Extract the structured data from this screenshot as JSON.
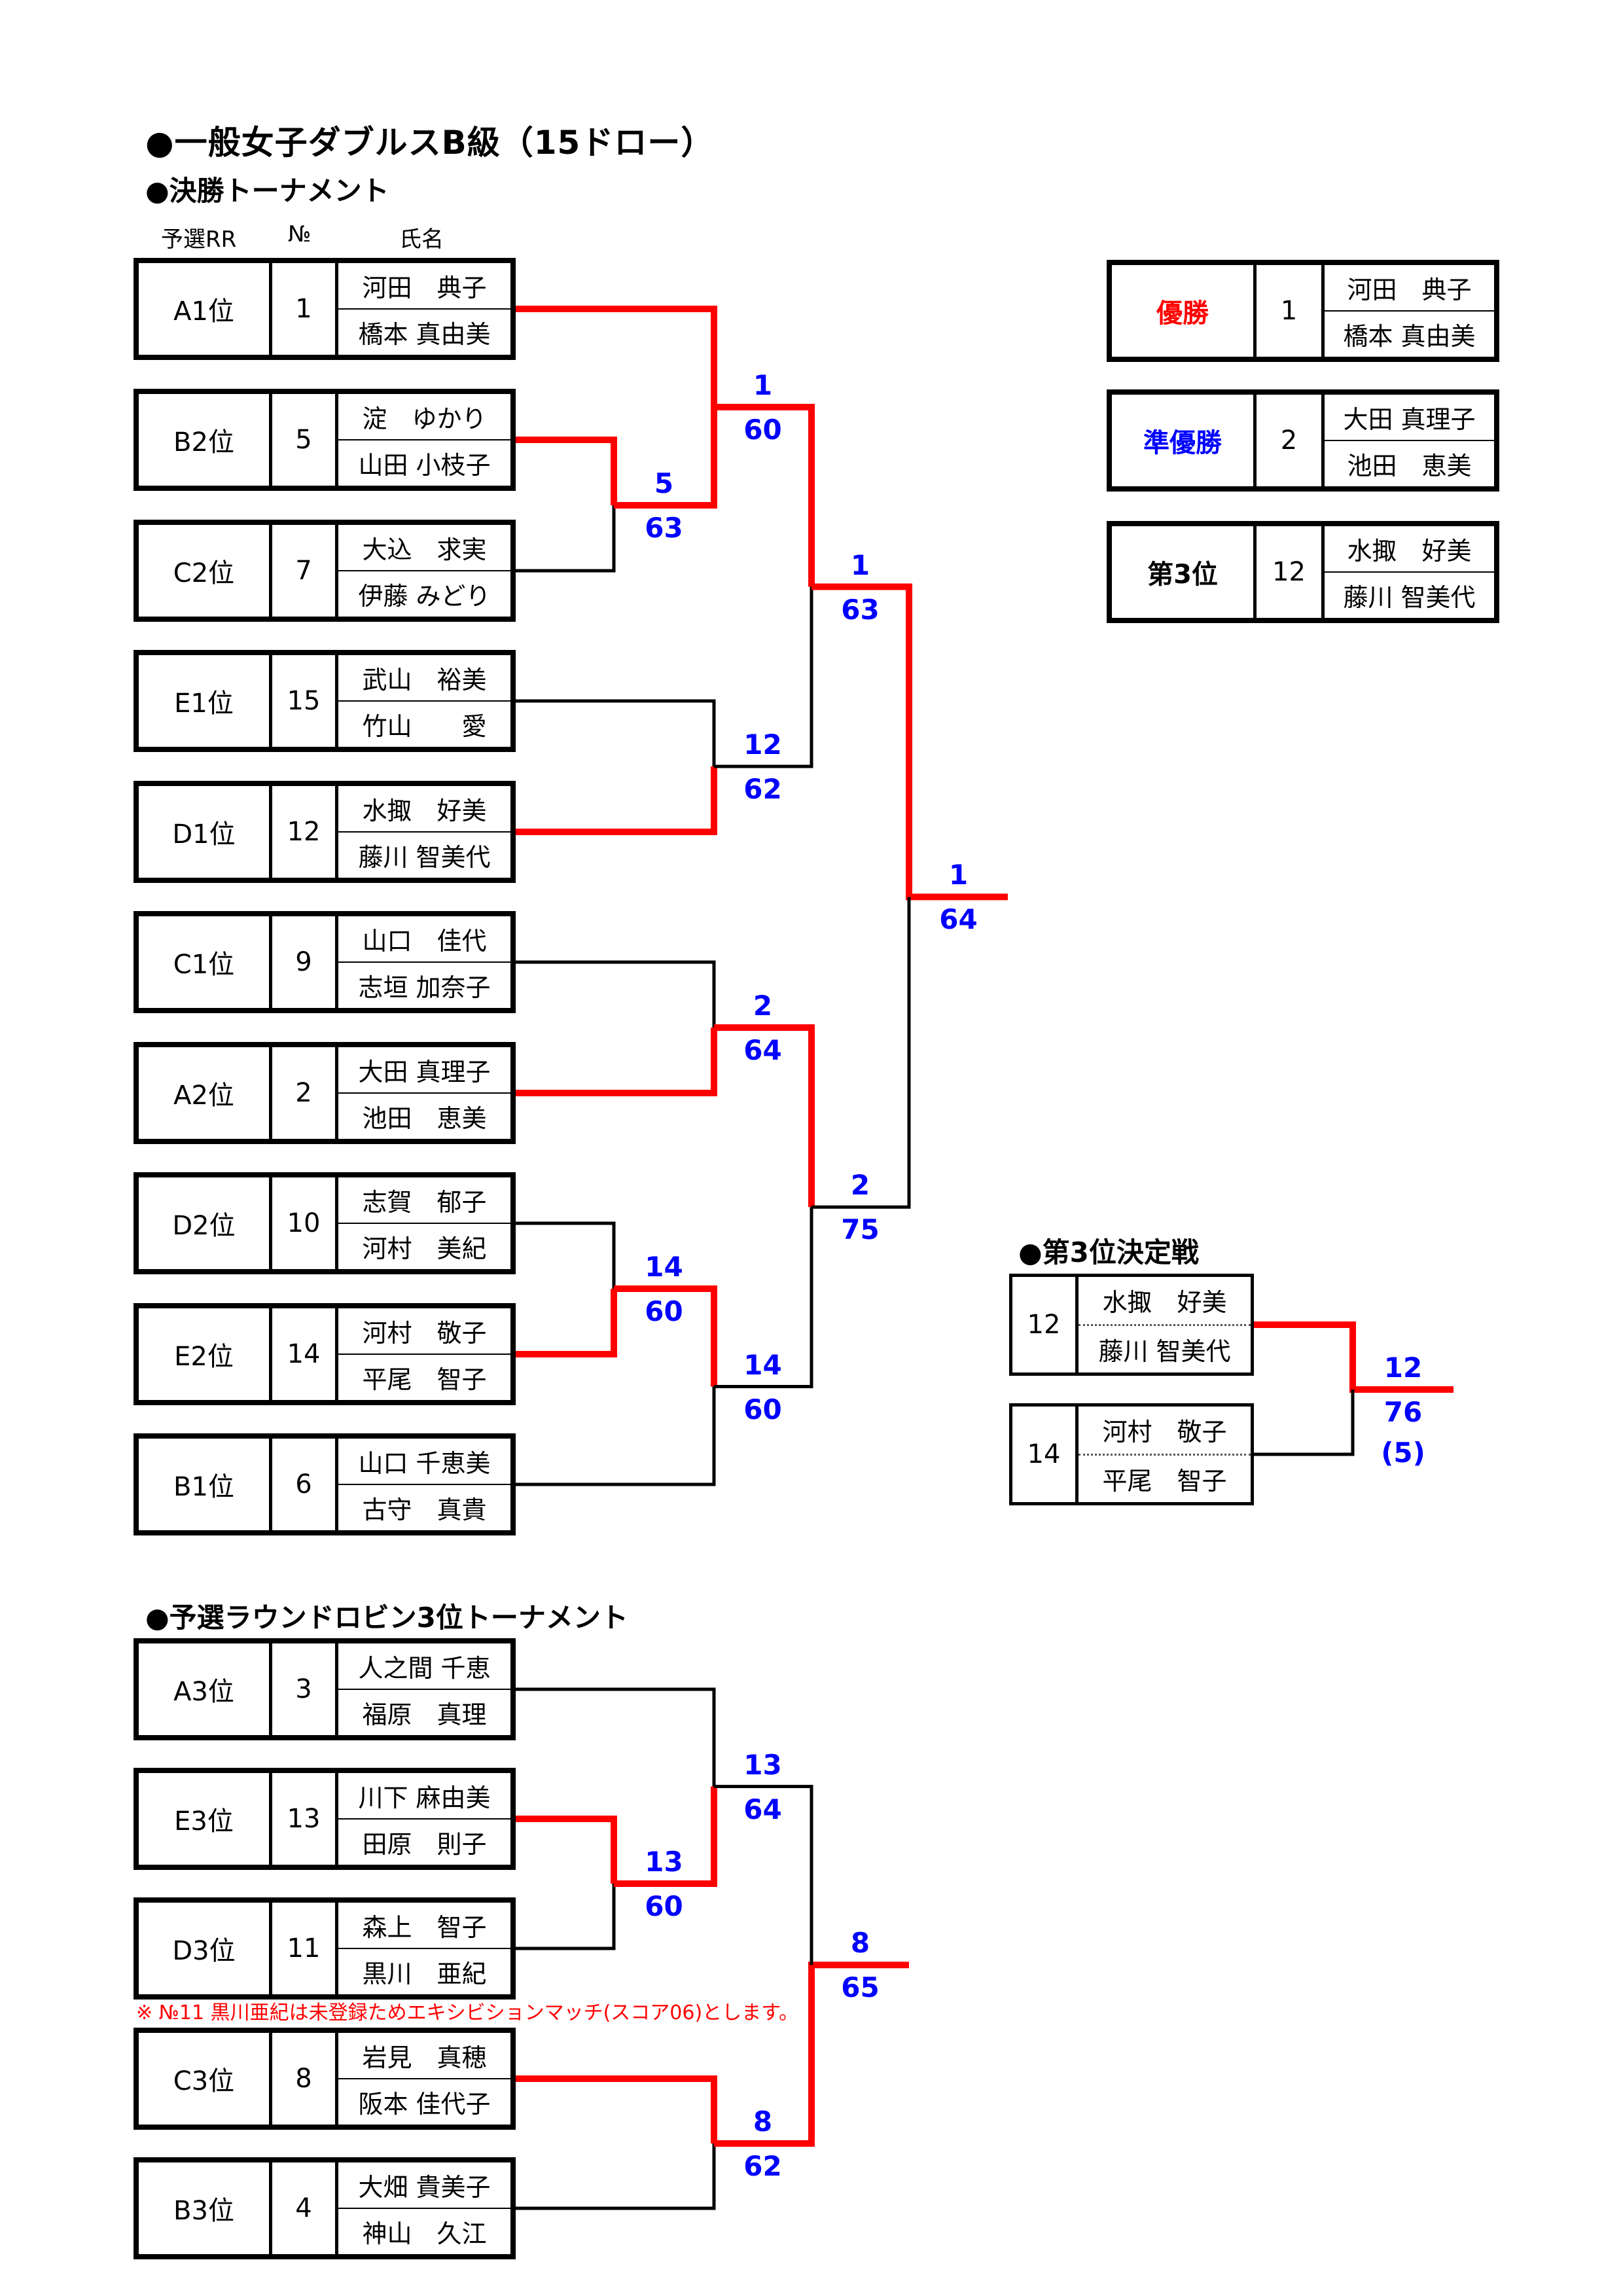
{
  "title": "●一般女子ダブルスB級（15ドロー）",
  "finals": {
    "heading": "●決勝トーナメント",
    "column_headers": {
      "seed": "予選RR",
      "no": "№",
      "name": "氏名"
    },
    "entries": [
      {
        "seed": "A1位",
        "no": "1",
        "names": [
          "河田　典子",
          "橋本 真由美"
        ]
      },
      {
        "seed": "B2位",
        "no": "5",
        "names": [
          "淀　ゆかり",
          "山田 小枝子"
        ]
      },
      {
        "seed": "C2位",
        "no": "7",
        "names": [
          "大込　求実",
          "伊藤 みどり"
        ]
      },
      {
        "seed": "E1位",
        "no": "15",
        "names": [
          "武山　裕美",
          "竹山　　愛"
        ]
      },
      {
        "seed": "D1位",
        "no": "12",
        "names": [
          "水掫　好美",
          "藤川 智美代"
        ]
      },
      {
        "seed": "C1位",
        "no": "9",
        "names": [
          "山口　佳代",
          "志垣 加奈子"
        ]
      },
      {
        "seed": "A2位",
        "no": "2",
        "names": [
          "大田 真理子",
          "池田　恵美"
        ]
      },
      {
        "seed": "D2位",
        "no": "10",
        "names": [
          "志賀　郁子",
          "河村　美紀"
        ]
      },
      {
        "seed": "E2位",
        "no": "14",
        "names": [
          "河村　敬子",
          "平尾　智子"
        ]
      },
      {
        "seed": "B1位",
        "no": "6",
        "names": [
          "山口 千恵美",
          "古守　真貴"
        ]
      }
    ],
    "matches": [
      {
        "id": "m1",
        "winner": "5",
        "score": "63"
      },
      {
        "id": "m2",
        "winner": "1",
        "score": "60"
      },
      {
        "id": "m3",
        "winner": "12",
        "score": "62"
      },
      {
        "id": "m4",
        "winner": "1",
        "score": "63"
      },
      {
        "id": "m5",
        "winner": "2",
        "score": "64"
      },
      {
        "id": "m6",
        "winner": "14",
        "score": "60"
      },
      {
        "id": "m7",
        "winner": "14",
        "score": "60"
      },
      {
        "id": "m8",
        "winner": "2",
        "score": "75"
      },
      {
        "id": "final",
        "winner": "1",
        "score": "64"
      }
    ]
  },
  "results": [
    {
      "label": "優勝",
      "color": "#ff0000",
      "no": "1",
      "names": [
        "河田　典子",
        "橋本 真由美"
      ]
    },
    {
      "label": "準優勝",
      "color": "#0000ff",
      "no": "2",
      "names": [
        "大田 真理子",
        "池田　恵美"
      ]
    },
    {
      "label": "第3位",
      "color": "#000000",
      "no": "12",
      "names": [
        "水掫　好美",
        "藤川 智美代"
      ]
    }
  ],
  "third_place": {
    "heading": "●第3位決定戦",
    "entries": [
      {
        "no": "12",
        "names": [
          "水掫　好美",
          "藤川 智美代"
        ]
      },
      {
        "no": "14",
        "names": [
          "河村　敬子",
          "平尾　智子"
        ]
      }
    ],
    "match": {
      "winner": "12",
      "score": "76",
      "tiebreak": "(5)"
    }
  },
  "rr3": {
    "heading": "●予選ラウンドロビン3位トーナメント",
    "entries": [
      {
        "seed": "A3位",
        "no": "3",
        "names": [
          "人之間 千恵",
          "福原　真理"
        ]
      },
      {
        "seed": "E3位",
        "no": "13",
        "names": [
          "川下 麻由美",
          "田原　則子"
        ]
      },
      {
        "seed": "D3位",
        "no": "11",
        "names": [
          "森上　智子",
          "黒川　亜紀"
        ]
      },
      {
        "seed": "C3位",
        "no": "8",
        "names": [
          "岩見　真穂",
          "阪本 佳代子"
        ]
      },
      {
        "seed": "B3位",
        "no": "4",
        "names": [
          "大畑 貴美子",
          "神山　久江"
        ]
      }
    ],
    "matches": [
      {
        "id": "r1",
        "winner": "13",
        "score": "60"
      },
      {
        "id": "r2",
        "winner": "13",
        "score": "64"
      },
      {
        "id": "r3",
        "winner": "8",
        "score": "62"
      },
      {
        "id": "r4",
        "winner": "8",
        "score": "65"
      }
    ],
    "note": "※ №11 黒川亜紀は未登録ためエキシビションマッチ(スコア06)とします。"
  },
  "colors": {
    "win_line": "#ff0000",
    "score_text": "#0000ff",
    "note_text": "#ff0000"
  }
}
